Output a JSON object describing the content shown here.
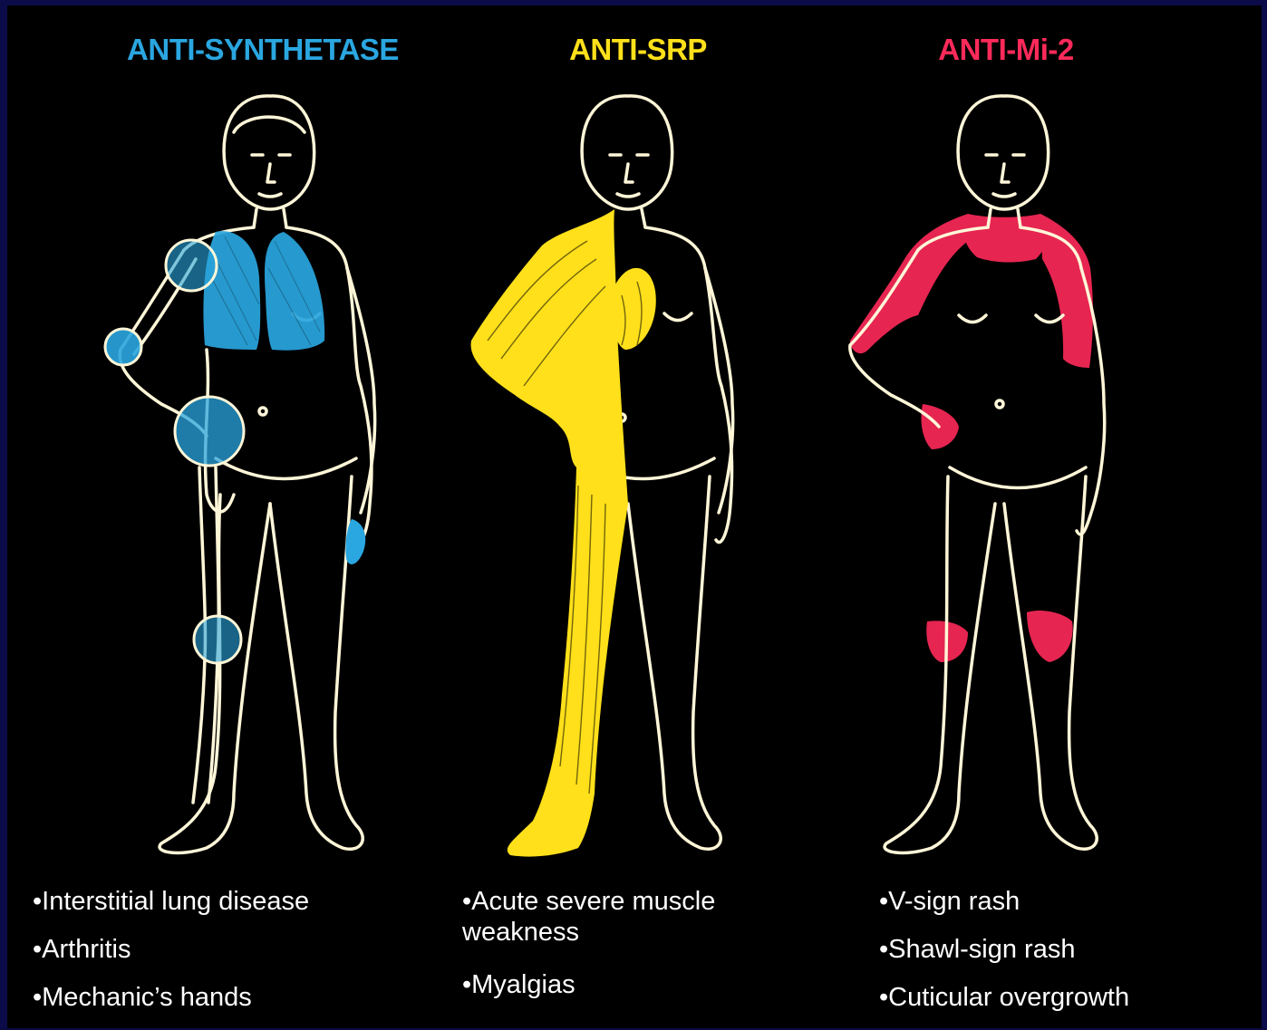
{
  "colors": {
    "background": "#000000",
    "outline": "#fff6d8",
    "anti_synthetase": "#2aa6e0",
    "anti_srp": "#ffe01a",
    "anti_mi2": "#ff2a5a",
    "text": "#ffffff"
  },
  "panels": [
    {
      "title": "ANTI-SYNTHETASE",
      "items": [
        "•Interstitial lung disease",
        "•Arthritis",
        "•Mechanic’s hands"
      ]
    },
    {
      "title": "ANTI-SRP",
      "items": [
        "•Acute severe muscle weakness",
        "•Myalgias"
      ]
    },
    {
      "title": "ANTI-Mi-2",
      "items": [
        "•V-sign rash",
        "•Shawl-sign rash",
        "•Cuticular overgrowth"
      ]
    }
  ]
}
